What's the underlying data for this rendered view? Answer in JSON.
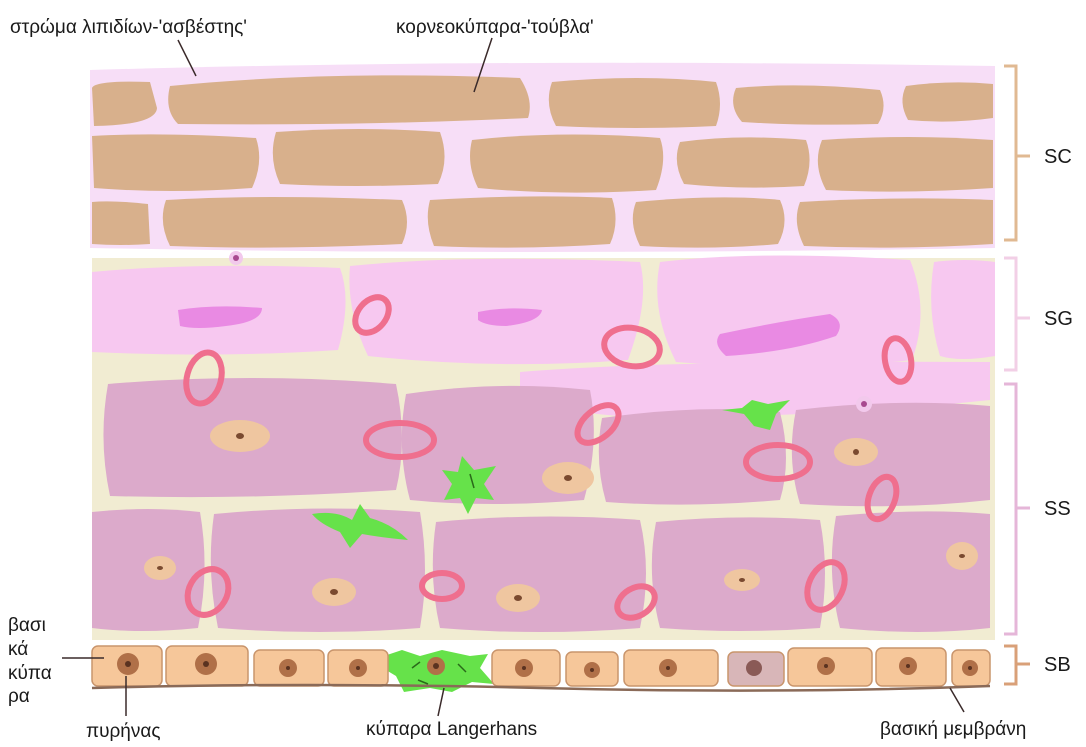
{
  "labels": {
    "lipid_layer": "στρώμα λιπιδίων-'ασβέστης'",
    "corneocytes": "κορνεοκύπαρα-'τούβλα'",
    "nucleus": "πυρήνας",
    "langerhans": "κύπαρα Langerhans",
    "basement_membrane": "βασική μεμβράνη",
    "basal_cells": [
      "βασι",
      "κά",
      "κύπα",
      "ρα"
    ]
  },
  "layers": {
    "sc": "SC",
    "sg": "SG",
    "ss": "SS",
    "sb": "SB"
  },
  "colors": {
    "lipid": "#f7def7",
    "corneocyte": "#d8b08c",
    "granular_cell": "#f7c8f0",
    "granular_granule": "#e98ae3",
    "spinous_cell": "#dcaacb",
    "intercellular": "#f1ecd2",
    "desmosome": "#ef6f8e",
    "langerhans": "#66e24a",
    "basal_cell": "#f6c79a",
    "nucleus": "#b07048",
    "bracket_sc": "#e0b992",
    "bracket_sg": "#f2cfe6",
    "bracket_ss": "#e5b6d8",
    "bracket_sb": "#d9a078"
  }
}
